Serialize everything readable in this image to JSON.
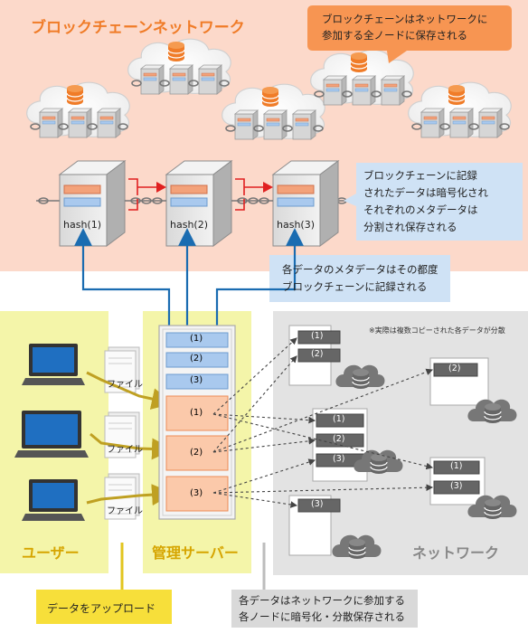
{
  "blockchain": {
    "title": "ブロックチェーンネットワーク",
    "callout_top": "ブロックチェーンはネットワークに\n参加する全ノードに保存される",
    "callout_right": "ブロックチェーンに記録\nされたデータは暗号化され\nそれぞれのメタデータは\n分割され保存される",
    "hashes": [
      "hash(1)",
      "hash(2)",
      "hash(3)"
    ]
  },
  "metadata_callout": "各データのメタデータはその都度\nブロックチェーンに記録される",
  "user": {
    "label": "ユーザー",
    "file_label": "ファイル"
  },
  "server": {
    "label": "管理サーバー",
    "meta_items": [
      "(1)",
      "(2)",
      "(3)"
    ],
    "data_items": [
      "(1)",
      "(2)",
      "(3)"
    ]
  },
  "network": {
    "label": "ネットワーク",
    "note": "※実際は複数コピーされた各データが分散",
    "node_a": [
      "(1)",
      "(2)"
    ],
    "node_b": [
      "(2)"
    ],
    "node_c": [
      "(1)",
      "(2)",
      "(3)"
    ],
    "node_d": [
      "(1)",
      "(3)"
    ],
    "node_e": [
      "(3)"
    ]
  },
  "bottom": {
    "upload": "データをアップロード",
    "distribute": "各データはネットワークに参加する\n各ノードに暗号化・分散保存される"
  },
  "colors": {
    "blockchain_bg": "#fcd9ca",
    "orange_title": "#f07c28",
    "callout_orange": "#f79552",
    "callout_blue": "#cfe2f5",
    "yellow_bg": "#f4f5a9",
    "network_bg": "#e3e3e3",
    "connector_blue": "#1a6cb1",
    "arrow_yellow": "#bfa022",
    "chain_red": "#e02020"
  }
}
